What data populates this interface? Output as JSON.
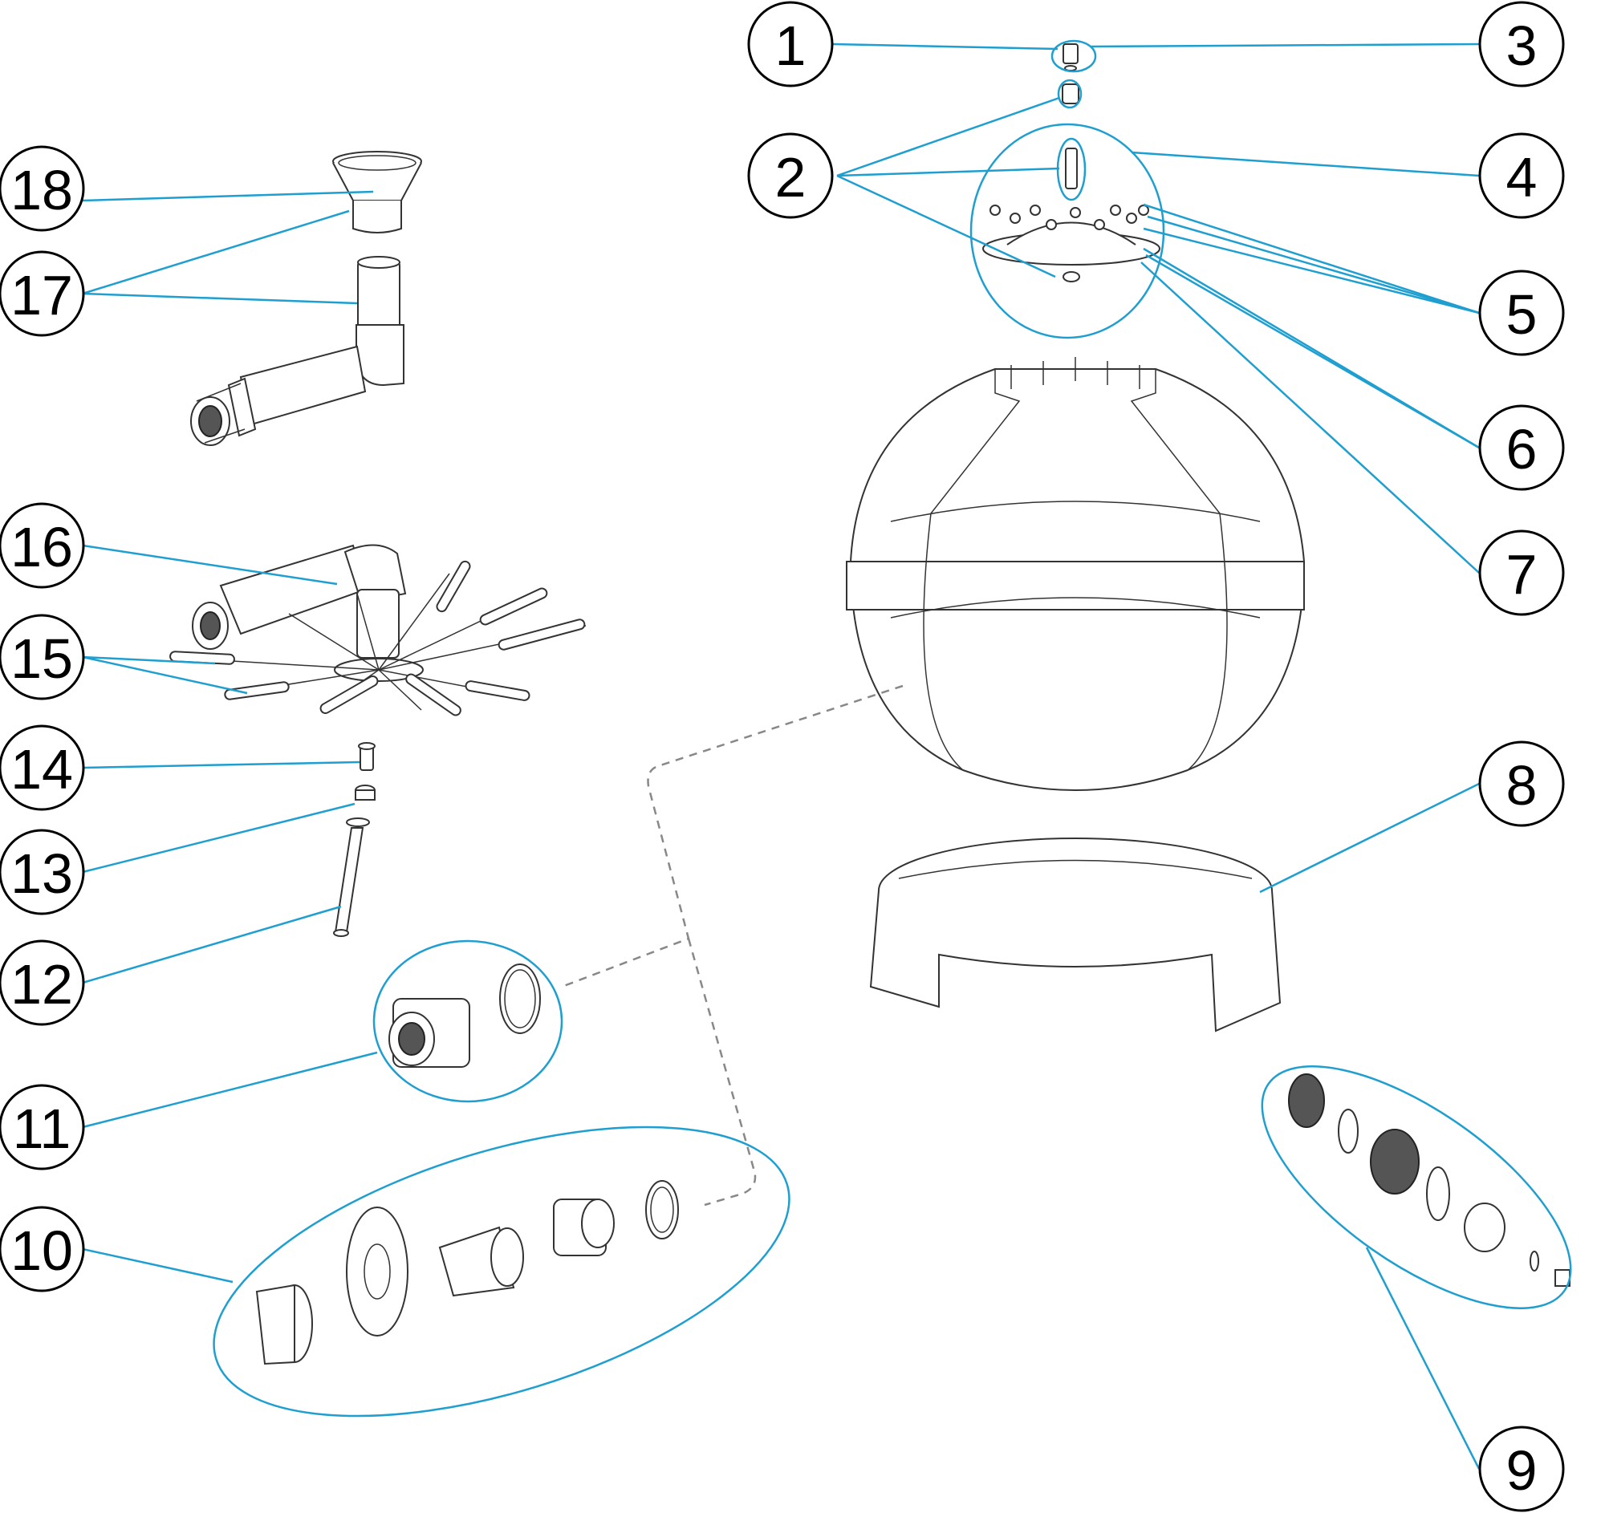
{
  "callouts": [
    {
      "id": "c1",
      "number": "1"
    },
    {
      "id": "c2",
      "number": "2"
    },
    {
      "id": "c3",
      "number": "3"
    },
    {
      "id": "c4",
      "number": "4"
    },
    {
      "id": "c5",
      "number": "5"
    },
    {
      "id": "c6",
      "number": "6"
    },
    {
      "id": "c7",
      "number": "7"
    },
    {
      "id": "c8",
      "number": "8"
    },
    {
      "id": "c9",
      "number": "9"
    },
    {
      "id": "c10",
      "number": "10"
    },
    {
      "id": "c11",
      "number": "11"
    },
    {
      "id": "c12",
      "number": "12"
    },
    {
      "id": "c13",
      "number": "13"
    },
    {
      "id": "c14",
      "number": "14"
    },
    {
      "id": "c15",
      "number": "15"
    },
    {
      "id": "c16",
      "number": "16"
    },
    {
      "id": "c17",
      "number": "17"
    },
    {
      "id": "c18",
      "number": "18"
    }
  ],
  "colors": {
    "leader": "#1f9fd0",
    "outline": "#333333",
    "dashed_connector": "#888888"
  }
}
